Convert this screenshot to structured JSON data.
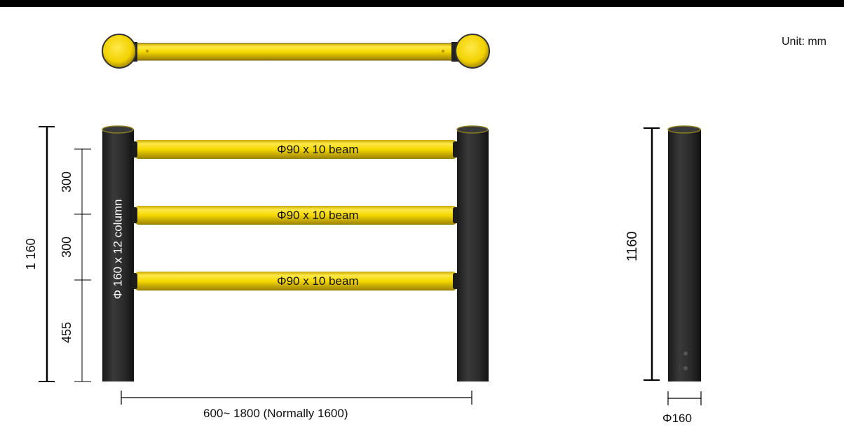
{
  "unit_label": "Unit: mm",
  "beams": [
    {
      "label": "Φ90 x 10 beam"
    },
    {
      "label": "Φ90 x 10 beam"
    },
    {
      "label": "Φ90 x 10 beam"
    }
  ],
  "column_label": "Φ 160 x 12 column",
  "dimensions": {
    "total_height_front": "1 160",
    "spacing_top": "300",
    "spacing_middle": "300",
    "spacing_bottom": "455",
    "span": "600~ 1800   (Normally 1600)",
    "total_height_side": "1160",
    "column_diameter": "Φ160"
  },
  "colors": {
    "beam_yellow": "#f5d800",
    "column_black": "#2b2b2b"
  }
}
